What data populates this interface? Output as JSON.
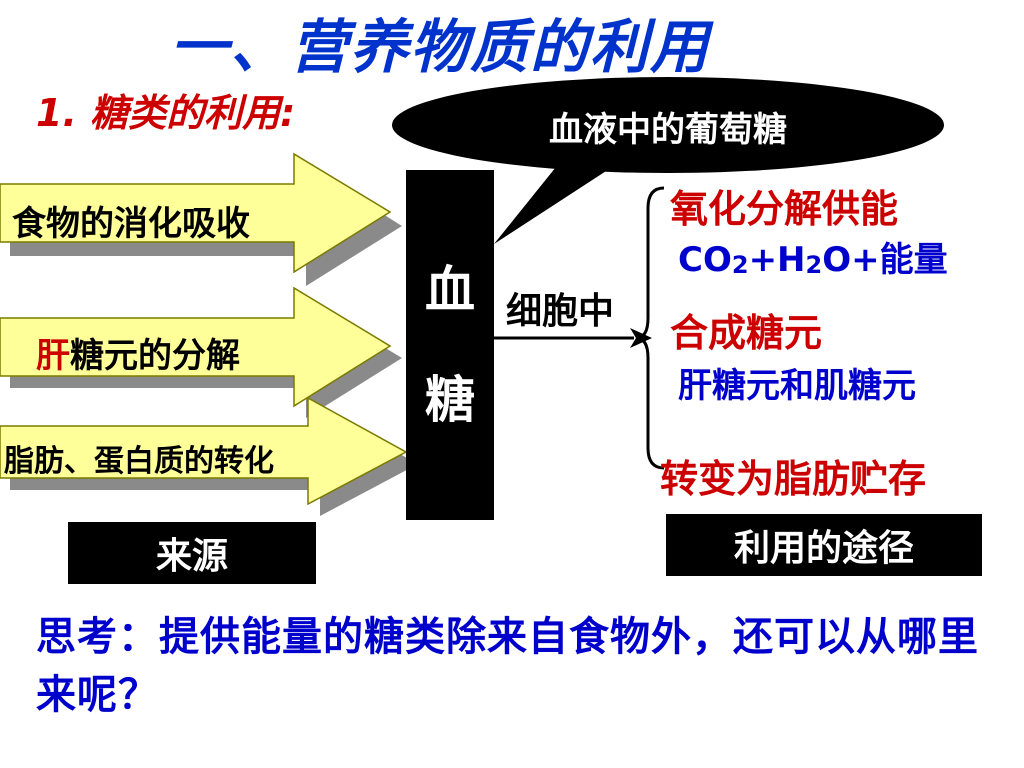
{
  "title": "一、营养物质的利用",
  "subtitle": "1. 糖类的利用:",
  "bubble": "血液中的葡萄糖",
  "sources": {
    "food": "食物的消化吸收",
    "glycogen_red": "肝",
    "glycogen_rest": "糖元的分解",
    "fat": "脂肪、蛋白质的转化"
  },
  "blood_sugar": {
    "char1": "血",
    "char2": "糖"
  },
  "cell_label": "细胞中",
  "uses": {
    "oxidation": "氧化分解供能",
    "products": {
      "co": "CO",
      "sub1": "2",
      "plus1": "+H",
      "sub2": "2",
      "rest": "O+能量"
    },
    "synthesis": "合成糖元",
    "synthesis_detail": "肝糖元和肌糖元",
    "fat_storage": "转变为脂肪贮存"
  },
  "labels": {
    "source": "来源",
    "usage": "利用的途径"
  },
  "question": "思考：提供能量的糖类除来自食物外，还可以从哪里来呢？",
  "colors": {
    "arrow_fill": "#ffff99",
    "arrow_shadow": "#8a8a8a",
    "title_blue": "#0033cc",
    "accent_red": "#cc0000",
    "text_blue": "#0000cc"
  }
}
